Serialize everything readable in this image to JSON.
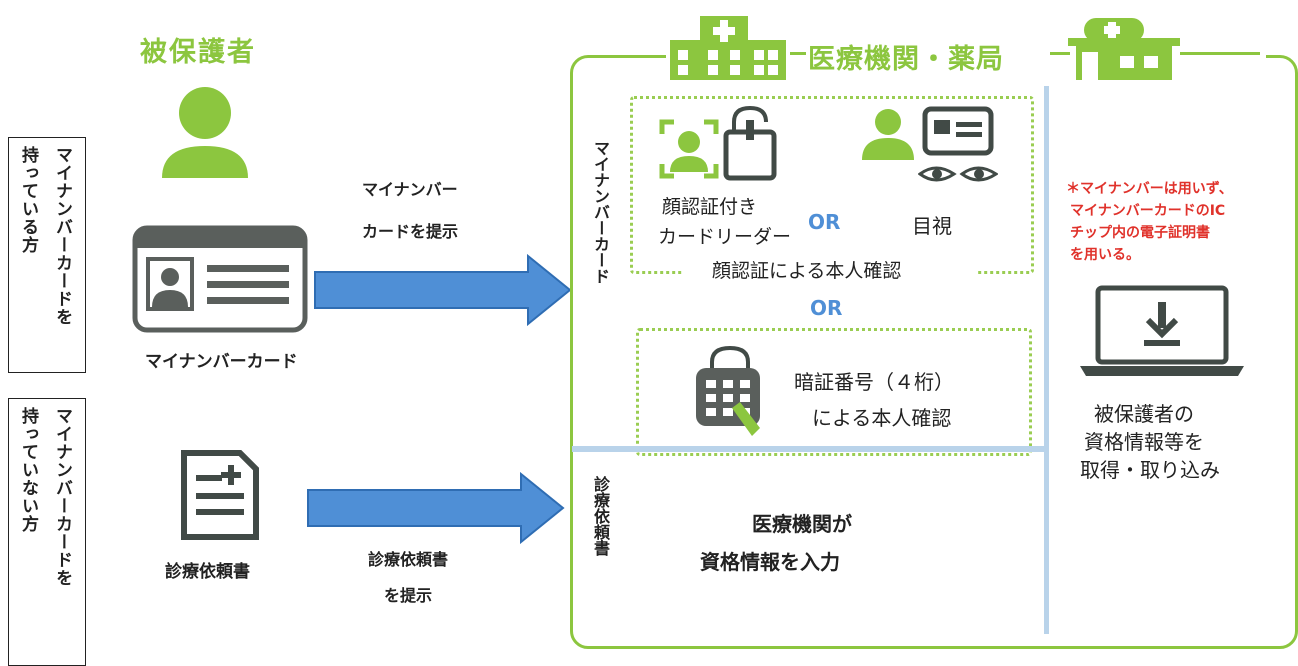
{
  "left": {
    "title": "被保護者",
    "have_label": [
      "マイナンバーカードを",
      "持っている方"
    ],
    "nothave_label": [
      "マイナンバーカードを",
      "持っていない方"
    ],
    "card_caption": "マイナンバーカード",
    "doc_caption": "診療依頼書"
  },
  "arrows": {
    "top": [
      "マイナンバー",
      "カードを提示"
    ],
    "bottom": [
      "診療依頼書",
      "を提示"
    ]
  },
  "facility": {
    "title": "医療機関・薬局",
    "side_label_top": "マイナンバーカード",
    "side_label_bottom": "診療依頼書",
    "face_reader": [
      "顔認証付き",
      "カードリーダー"
    ],
    "or1": "OR",
    "visual": "目視",
    "face_auth": "顔認証による本人確認",
    "or2": "OR",
    "pin": [
      "暗証番号（４桁）",
      "による本人確認"
    ],
    "manual": [
      "医療機関が",
      "資格情報を入力"
    ],
    "note": [
      "＊マイナンバーは用いず、",
      "マイナンバーカードのIC",
      "チップ内の電子証明書",
      "を用いる。"
    ],
    "retrieve": [
      "被保護者の",
      "資格情報等を",
      "取得・取り込み"
    ]
  },
  "colors": {
    "green": "#8cc63f",
    "blue": "#4f8fd6",
    "red": "#e0322b",
    "dark": "#414a46"
  }
}
